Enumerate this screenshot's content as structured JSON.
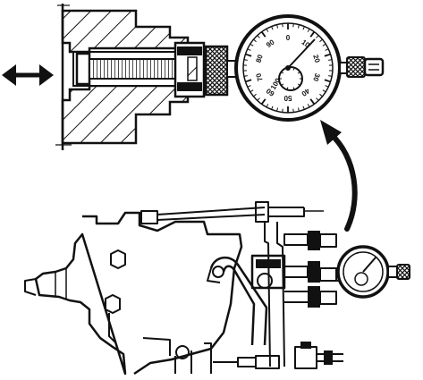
{
  "figure": {
    "ink_color": "#111111",
    "paper_color": "#ffffff",
    "icons": [
      "double-arrow-icon",
      "curved-arrow-icon",
      "dial-indicator-icon"
    ]
  },
  "top_gauge": {
    "dial_numbers": [
      "0",
      "10",
      "20",
      "30",
      "40",
      "50",
      "60",
      "70",
      "80",
      "90"
    ],
    "center_label": "100"
  },
  "bottom_gauge": {
    "dial_numbers": []
  }
}
